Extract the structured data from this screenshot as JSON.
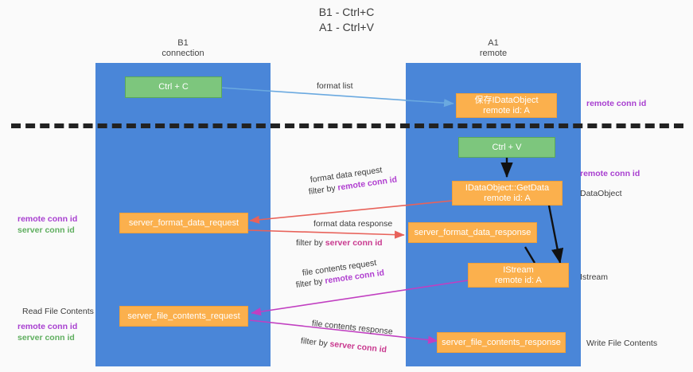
{
  "title": {
    "line1": "B1 - Ctrl+C",
    "line2": "A1 - Ctrl+V"
  },
  "lanes": [
    {
      "id": "b1",
      "name": "B1",
      "role": "connection",
      "color": "#4a86d8"
    },
    {
      "id": "a1",
      "name": "A1",
      "role": "remote",
      "color": "#4a86d8"
    }
  ],
  "colors": {
    "lane": "#4a86d8",
    "green_box": "#7dc67d",
    "orange_box": "#fbb04d",
    "divider": "#222222",
    "arrow_blue": "#6aa9e0",
    "arrow_red": "#e8625a",
    "arrow_black": "#111111",
    "arrow_magenta": "#c13fc1",
    "emphasis_purple": "#b03fd0",
    "emphasis_pink": "#c9398f",
    "emphasis_green": "#5fae5f"
  },
  "boxes": {
    "ctrl_c": {
      "line1": "Ctrl + C",
      "line2": ""
    },
    "save_idataobject": {
      "line1": "保存IDataObject",
      "line2": "remote id: A"
    },
    "ctrl_v": {
      "line1": "Ctrl + V",
      "line2": ""
    },
    "getdata": {
      "line1": "IDataObject::GetData",
      "line2": "remote id: A"
    },
    "server_format_data_request": {
      "line1": "server_format_data_request",
      "line2": ""
    },
    "server_format_data_response": {
      "line1": "server_format_data_response",
      "line2": ""
    },
    "istream": {
      "line1": "IStream",
      "line2": "remote id: A"
    },
    "server_file_contents_request": {
      "line1": "server_file_contents_request",
      "line2": ""
    },
    "server_file_contents_response": {
      "line1": "server_file_contents_response",
      "line2": ""
    }
  },
  "edges": [
    {
      "id": "format-list",
      "line1": "format list",
      "line2": "",
      "filter_label": "",
      "filter_value": ""
    },
    {
      "id": "format-data-request",
      "line1": "format data request",
      "filter_label": "filter by ",
      "filter_value": "remote conn id"
    },
    {
      "id": "format-data-response",
      "line1": "format data response",
      "filter_label": "filter by ",
      "filter_value": "server conn id"
    },
    {
      "id": "file-contents-request",
      "line1": "file contents request",
      "filter_label": "filter by ",
      "filter_value": "remote conn id"
    },
    {
      "id": "file-contents-response",
      "line1": "file contents response",
      "filter_label": "filter by ",
      "filter_value": "server conn id"
    }
  ],
  "side_notes": {
    "right_top_remote_conn_id": "remote conn id",
    "right_mid_remote_conn_id": "remote conn id",
    "right_dataobject": "DataObject",
    "right_istream": "Istream",
    "right_write_file_contents": "Write File Contents",
    "left_ids_upper": {
      "purple": "remote conn id",
      "green": "server conn id"
    },
    "left_read_file_contents": "Read File Contents",
    "left_ids_lower": {
      "purple": "remote conn id",
      "green": "server conn id"
    }
  }
}
